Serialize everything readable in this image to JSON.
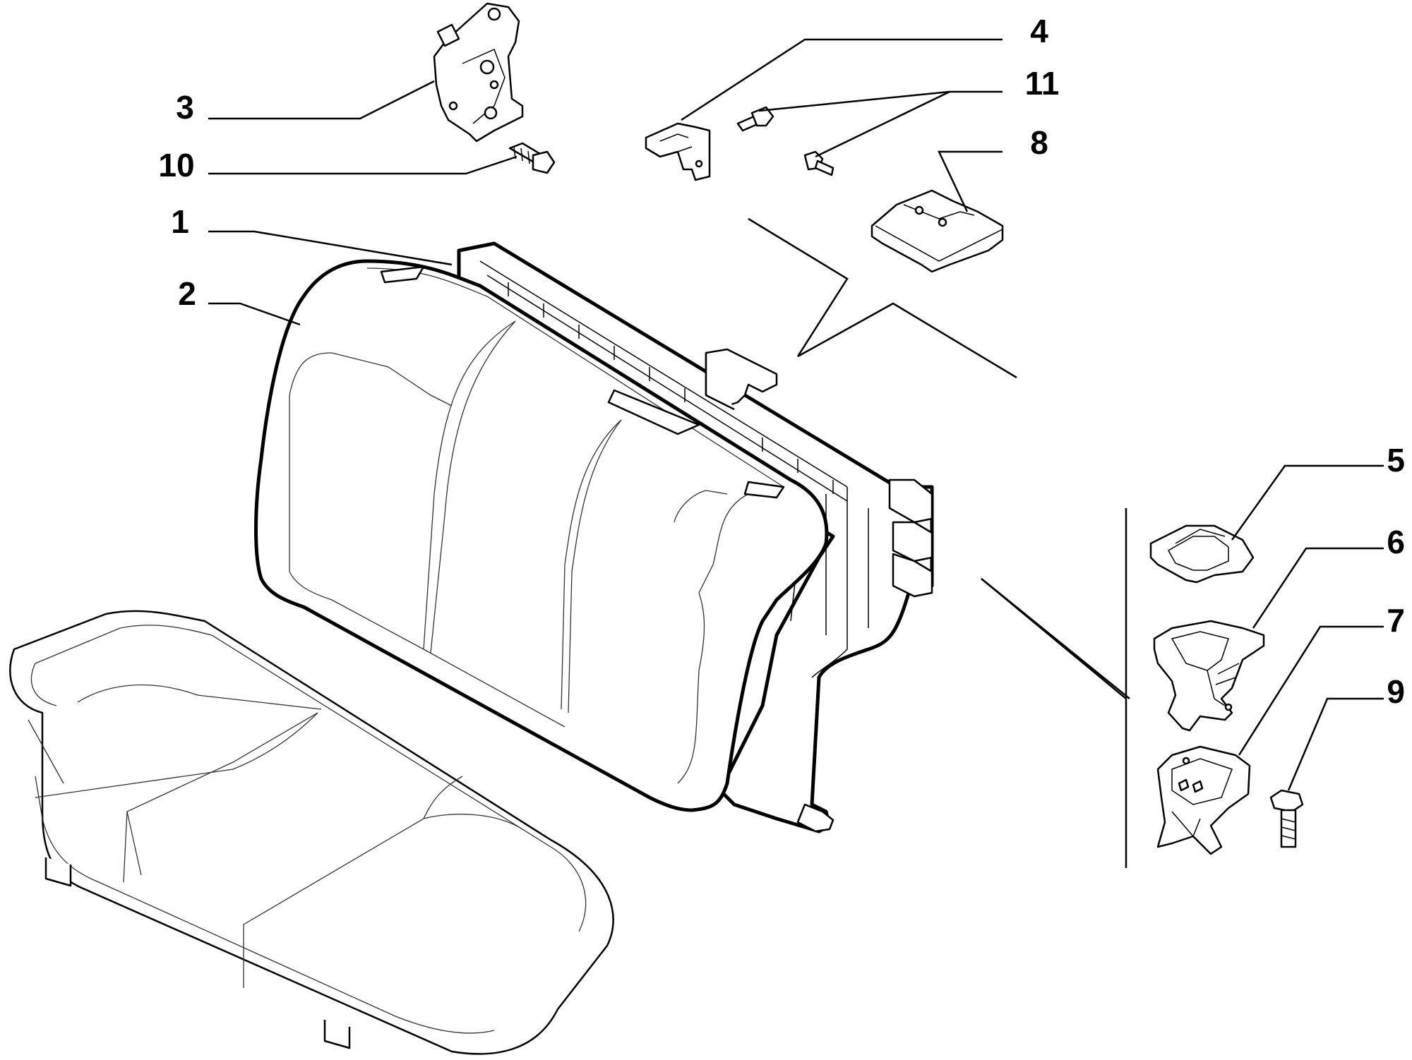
{
  "callouts": [
    {
      "id": "c1",
      "label": "1",
      "part": "seat-back-frame"
    },
    {
      "id": "c2",
      "label": "2",
      "part": "seat-back-cushion"
    },
    {
      "id": "c3",
      "label": "3",
      "part": "backrest-latch"
    },
    {
      "id": "c4",
      "label": "4",
      "part": "latch-bracket"
    },
    {
      "id": "c5",
      "label": "5",
      "part": "latch-bezel"
    },
    {
      "id": "c6",
      "label": "6",
      "part": "latch-housing"
    },
    {
      "id": "c7",
      "label": "7",
      "part": "latch-striker-bracket"
    },
    {
      "id": "c8",
      "label": "8",
      "part": "latch-cover"
    },
    {
      "id": "c9",
      "label": "9",
      "part": "bolt"
    },
    {
      "id": "c10",
      "label": "10",
      "part": "bolt"
    },
    {
      "id": "c11",
      "label": "11",
      "part": "screw"
    }
  ],
  "colors": {
    "line": "#000000",
    "background": "#ffffff"
  }
}
